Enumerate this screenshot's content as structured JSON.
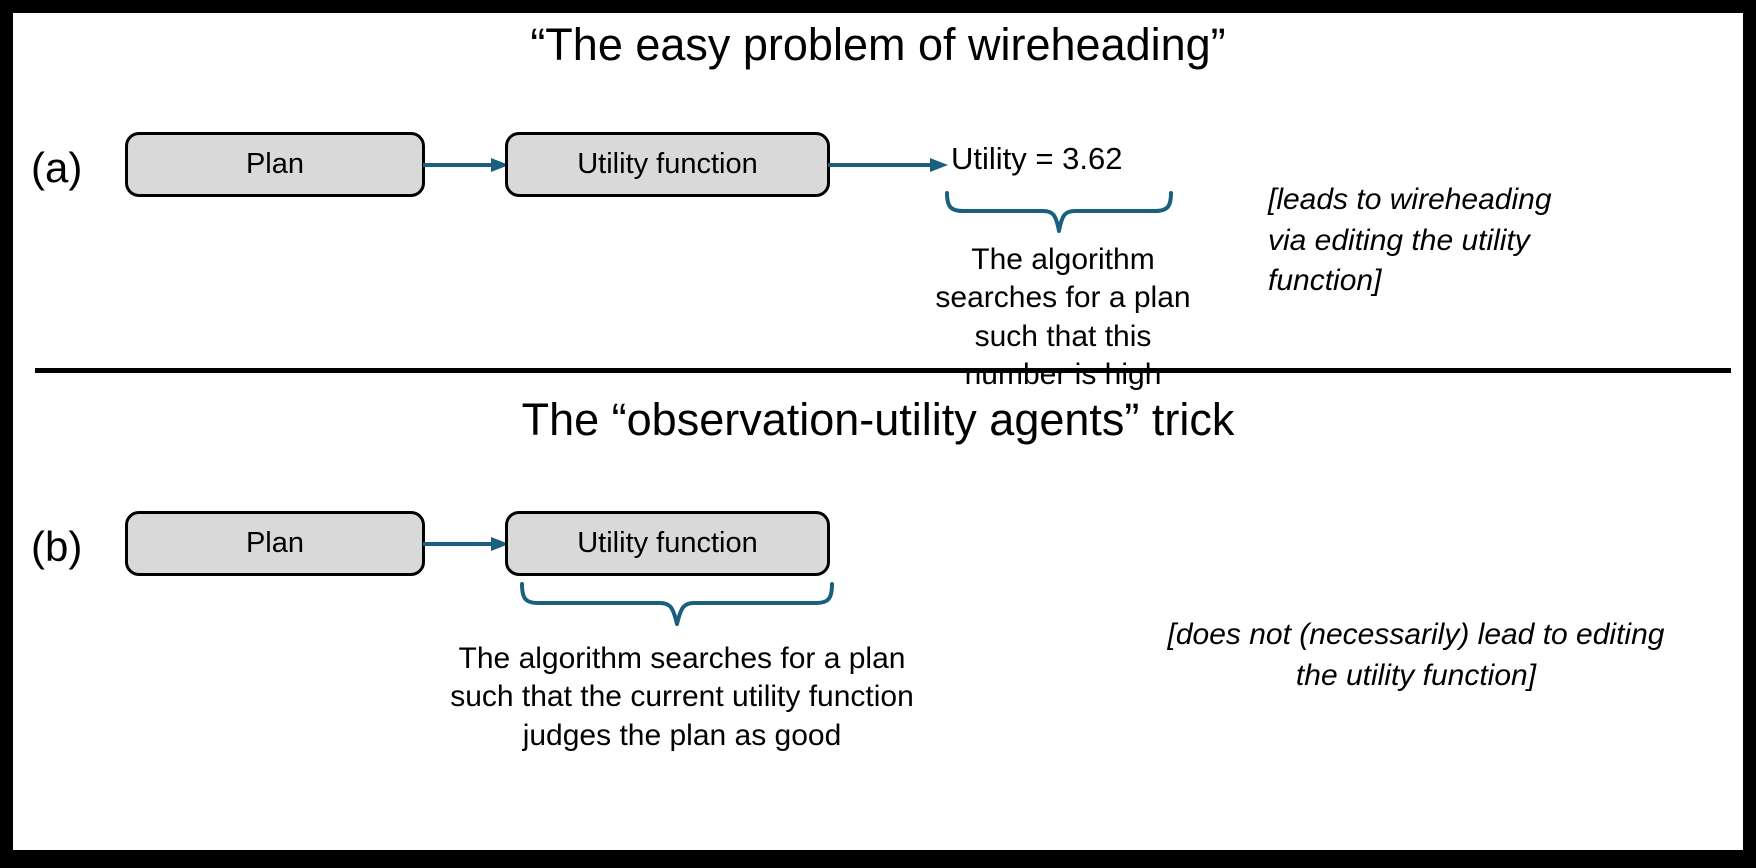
{
  "slide": {
    "background_color": "#FFFFFF",
    "frame_color": "#000000",
    "accent_color": "#19607F",
    "box_fill_color": "#D9D9D9",
    "box_border_color": "#000000"
  },
  "panel_a": {
    "title": "“The easy problem of wireheading”",
    "label": "(a)",
    "box_plan": "Plan",
    "box_utility": "Utility function",
    "utility_value": "Utility = 3.62",
    "caption": "The algorithm searches for a plan such that this number is high",
    "note": "[leads to wireheading via editing the utility function]"
  },
  "panel_b": {
    "title": "The “observation-utility agents” trick",
    "label": "(b)",
    "box_plan": "Plan",
    "box_utility": "Utility function",
    "caption": "The algorithm searches for a plan such that the current utility function judges the plan as good",
    "note": "[does not (necessarily) lead to editing the utility function]"
  }
}
